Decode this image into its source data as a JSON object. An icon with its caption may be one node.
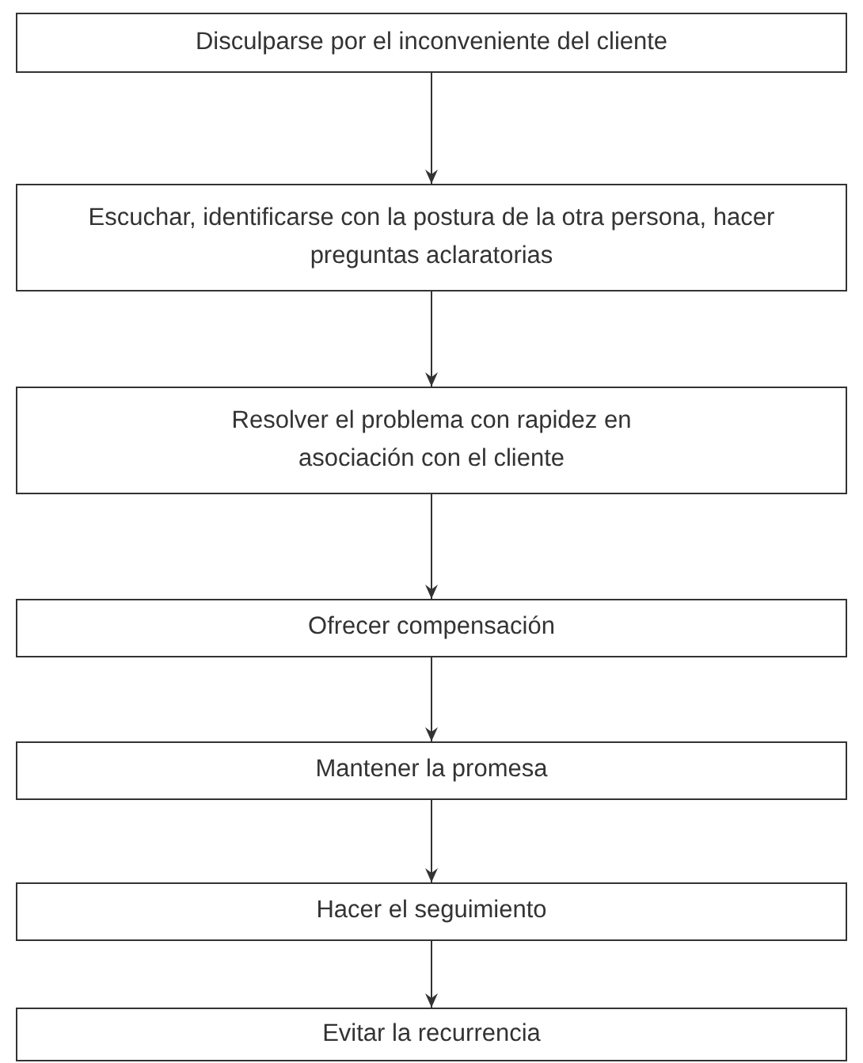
{
  "diagram": {
    "nodes": [
      {
        "text": [
          "Disculparse por el inconveniente del cliente"
        ]
      },
      {
        "text": [
          "Escuchar, identificarse con la postura de la otra persona, hacer preguntas aclaratorias"
        ]
      },
      {
        "text": [
          "Resolver el problema con rapidez en asociación con el cliente"
        ]
      },
      {
        "text": [
          "Ofrecer compensación"
        ]
      },
      {
        "text": [
          "Mantener la promesa"
        ]
      },
      {
        "text": [
          "Hacer el seguimiento"
        ]
      },
      {
        "text": [
          "Evitar la recurrencia"
        ]
      }
    ],
    "edges": [
      {
        "from": 0,
        "to": 1,
        "arrow": "to"
      },
      {
        "from": 1,
        "to": 2,
        "arrow": "to"
      },
      {
        "from": 2,
        "to": 3,
        "arrow": "to"
      },
      {
        "from": 3,
        "to": 4,
        "arrow": "to"
      },
      {
        "from": 4,
        "to": 5,
        "arrow": "to"
      },
      {
        "from": 5,
        "to": 6,
        "arrow": "to"
      }
    ]
  }
}
